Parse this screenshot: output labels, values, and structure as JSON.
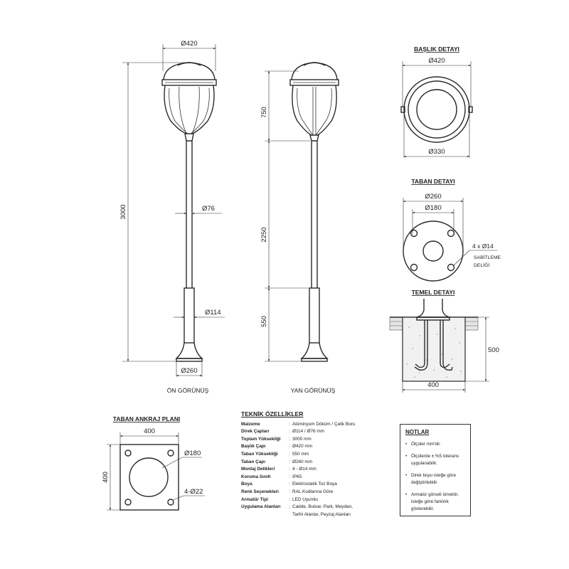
{
  "views": {
    "front_label": "ÖN GÖRÜNÜŞ",
    "side_label": "YAN GÖRÜNÜŞ"
  },
  "front_dims": {
    "head_diameter": "Ø420",
    "total_height": "3000",
    "pole_diameter": "Ø76",
    "lower_diameter": "Ø114",
    "base_diameter": "Ø260"
  },
  "side_dims": {
    "head_height": "750",
    "upper_height": "2250",
    "lower_height": "550"
  },
  "head_detail": {
    "title": "BAŞLIK DETAYI",
    "outer": "Ø420",
    "inner": "Ø330"
  },
  "base_detail": {
    "title": "TABAN DETAYI",
    "outer": "Ø260",
    "inner": "Ø180",
    "holes": "4 x Ø14",
    "holes_note_1": "SABİTLEME",
    "holes_note_2": "DELİĞİ"
  },
  "foundation_detail": {
    "title": "TEMEL DETAYI",
    "depth": "500",
    "width": "400"
  },
  "anchor_plan": {
    "title": "TABAN ANKRAJ PLANI",
    "width": "400",
    "height": "400",
    "center_hole": "Ø180",
    "corner_holes": "4-Ø22"
  },
  "specs": {
    "title": "TEKNİK ÖZELLİKLER",
    "rows": [
      {
        "key": "Malzeme",
        "value": "Alüminyum Döküm / Çelik Boru"
      },
      {
        "key": "Direk Çapları",
        "value": "Ø114 / Ø76 mm"
      },
      {
        "key": "Toplam Yüksekliği",
        "value": "3000 mm"
      },
      {
        "key": "Başlık Çapı",
        "value": "Ø420 mm"
      },
      {
        "key": "Taban Yüksekliği",
        "value": "550 mm"
      },
      {
        "key": "Taban Çapı",
        "value": "Ø260 mm"
      },
      {
        "key": "Montaj Delikleri",
        "value": "4 - Ø14 mm"
      },
      {
        "key": "Koruma Sınıfı",
        "value": "IP65"
      },
      {
        "key": "Boya",
        "value": "Elektrostatik Toz Boya"
      },
      {
        "key": "Renk Seçenekleri",
        "value": "RAL Kodlarına Göre"
      },
      {
        "key": "Armatür Tipi",
        "value": "LED Uyumlu"
      },
      {
        "key": "Uygulama Alanları",
        "value": "Cadde, Bulvar, Park, Meydan,"
      },
      {
        "key": "",
        "value": "Tarihi Alanlar, Peyzaj Alanları"
      }
    ]
  },
  "notes": {
    "title": "NOTLAR",
    "items": [
      "Ölçüler mm'dir.",
      "Ölçülerde ± %5 tolerans uygulanabilir.",
      "Direk boyu isteğe göre değiştirilebilir.",
      "Armatür görseli örnektir, isteğe göre farklılık gösterebilir."
    ]
  }
}
